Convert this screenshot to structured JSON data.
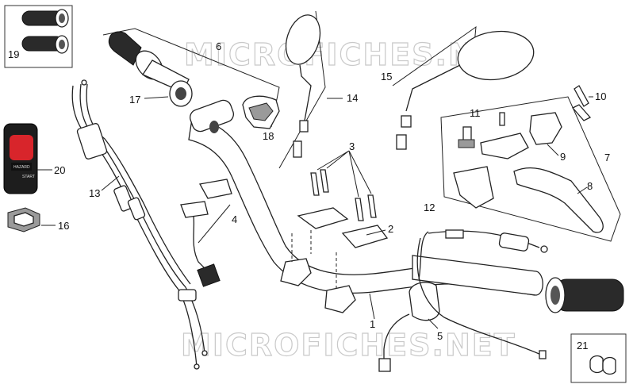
{
  "watermark": "MICROFICHES.NET",
  "labels": {
    "p1": "1",
    "p2": "2",
    "p3": "3",
    "p4": "4",
    "p5": "5",
    "p6": "6",
    "p7": "7",
    "p8": "8",
    "p9": "9",
    "p10": "10",
    "p11": "11",
    "p12": "12",
    "p13": "13",
    "p14": "14",
    "p15": "15",
    "p16": "16",
    "p17": "17",
    "p18": "18",
    "p19": "19",
    "p20": "20",
    "p21": "21"
  },
  "switch_text": {
    "hazard": "HAZARD",
    "start": "START"
  },
  "colors": {
    "switch_red": "#d8252b",
    "switch_body": "#1d1d1d",
    "watermark": "#c9c9c9"
  }
}
